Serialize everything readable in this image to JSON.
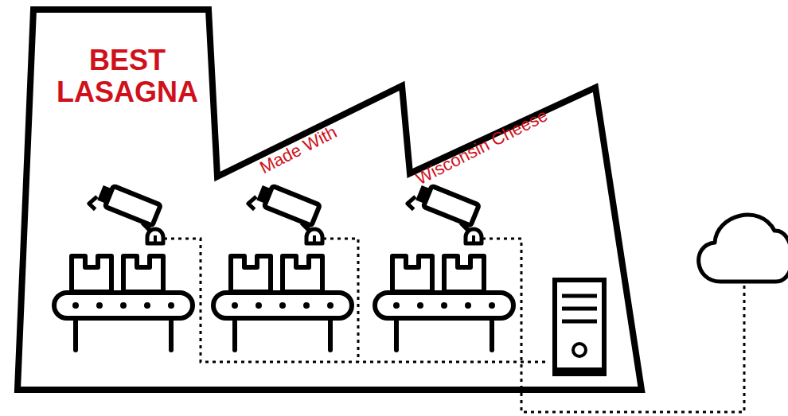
{
  "diagram": {
    "nodes": [
      {
        "text": [
          "BEST LASAGNA",
          "Made With",
          "Wisconsin Cheese"
        ]
      }
    ]
  }
}
